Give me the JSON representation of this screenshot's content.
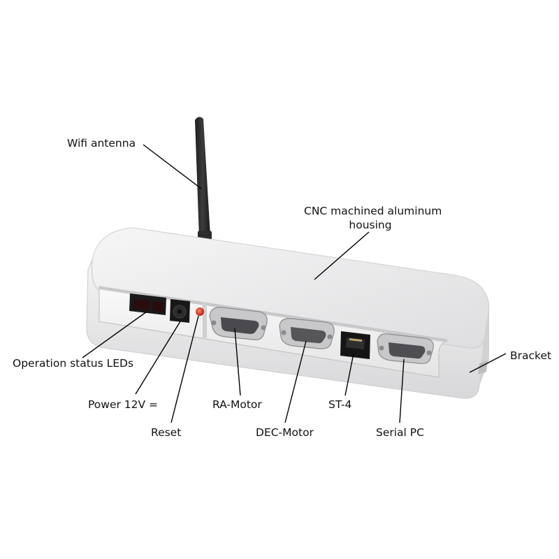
{
  "labels": {
    "wifi_antenna": "Wifi antenna",
    "housing_line1": "CNC machined aluminum",
    "housing_line2": "housing",
    "bracket": "Bracket",
    "status_leds": "Operation status LEDs",
    "power": "Power 12V =",
    "reset": "Reset",
    "ra_motor": "RA-Motor",
    "dec_motor": "DEC-Motor",
    "st4": "ST-4",
    "serial_pc": "Serial PC"
  },
  "colors": {
    "background": "#ffffff",
    "housing": "#e9e9ea",
    "panel": "#f4f4f4",
    "antenna": "#2a2a2a",
    "led_red": "#d62a1a",
    "leader_line": "#000000"
  }
}
